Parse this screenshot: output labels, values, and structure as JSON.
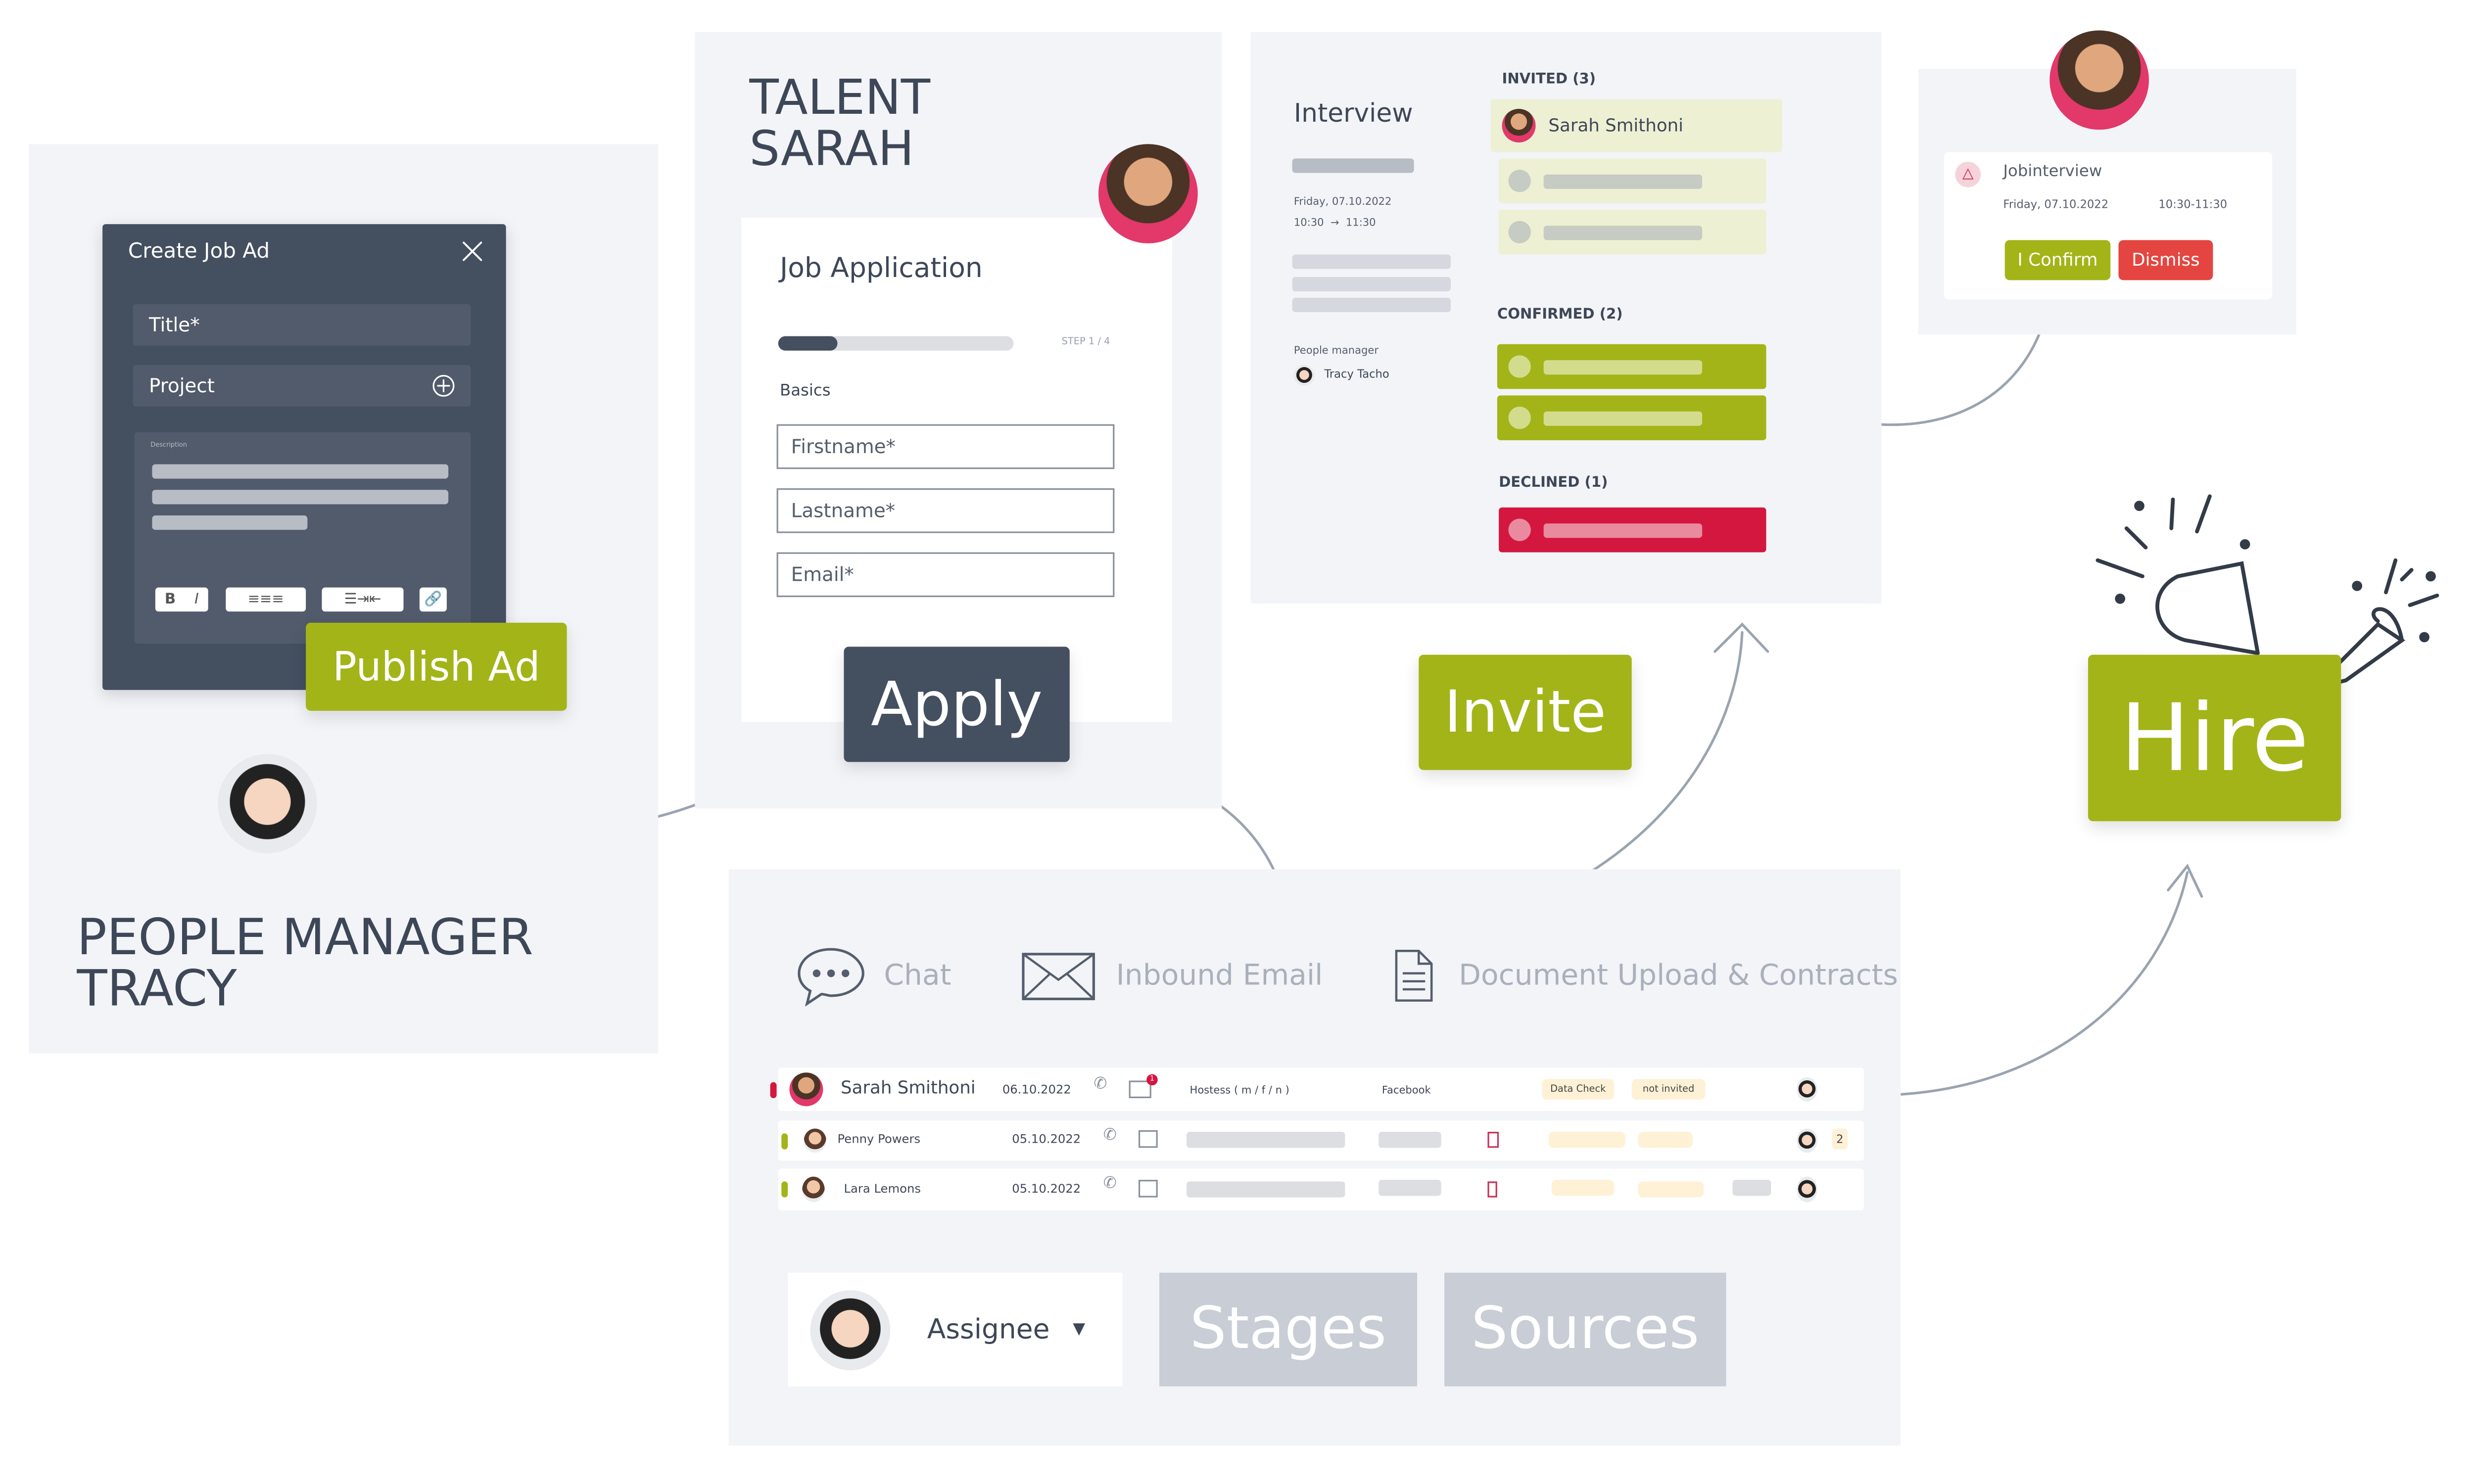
{
  "colors": {
    "green": "#a3b418",
    "dark": "#444f60",
    "red": "#d4173f",
    "panel": "#f2f4f8"
  },
  "job_ad": {
    "title": "Create Job Ad",
    "close_icon": "close-icon",
    "title_field": "Title*",
    "project_field": "Project",
    "description_label": "Description",
    "toolbar": {
      "bold": "B",
      "italic": "I"
    },
    "publish_label": "Publish Ad"
  },
  "people_manager": {
    "line1": "PEOPLE MANAGER",
    "line2": "TRACY"
  },
  "talent": {
    "line1": "TALENT",
    "line2": "SARAH",
    "form_title": "Job Application",
    "step": "STEP 1 / 4",
    "progress": 0.25,
    "section": "Basics",
    "fields": [
      "Firstname*",
      "Lastname*",
      "Email*"
    ],
    "apply_label": "Apply"
  },
  "interview": {
    "title": "Interview",
    "date": "Friday, 07.10.2022",
    "start": "10:30",
    "arrow": "→",
    "end": "11:30",
    "manager_label": "People manager",
    "manager_name": "Tracy Tacho",
    "invited": "INVITED (3)",
    "invited_name": "Sarah Smithoni",
    "confirmed": "CONFIRMED (2)",
    "declined": "DECLINED (1)"
  },
  "invite_label": "Invite",
  "notification": {
    "title": "Jobinterview",
    "date": "Friday, 07.10.2022",
    "time": "10:30-11:30",
    "confirm": "I Confirm",
    "dismiss": "Dismiss"
  },
  "hire_label": "Hire",
  "channels": {
    "chat": "Chat",
    "email": "Inbound Email",
    "docs": "Document Upload & Contracts"
  },
  "table": {
    "rows": [
      {
        "name": "Sarah Smithoni",
        "date": "06.10.2022",
        "mail_badge": "1",
        "job": "Hostess ( m / f / n )",
        "source": "Facebook",
        "stage": "Data Check",
        "status": "not invited"
      },
      {
        "name": "Penny Powers",
        "date": "05.10.2022",
        "count": "2"
      },
      {
        "name": "Lara Lemons",
        "date": "05.10.2022"
      }
    ]
  },
  "filters": {
    "assignee": "Assignee",
    "stages": "Stages",
    "sources": "Sources"
  }
}
